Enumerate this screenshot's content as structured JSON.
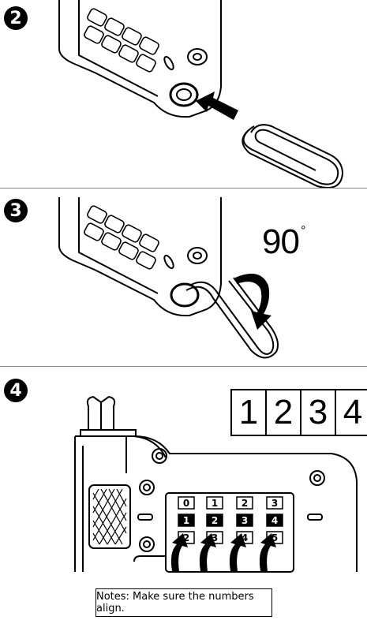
{
  "steps": [
    {
      "number": "2"
    },
    {
      "number": "3",
      "rotation": "90",
      "unit": "°"
    },
    {
      "number": "4",
      "code": [
        "1",
        "2",
        "3",
        "4"
      ],
      "wheels": [
        [
          "0",
          "1",
          "2",
          "3"
        ],
        [
          "1",
          "2",
          "3",
          "4"
        ],
        [
          "2",
          "3",
          "4",
          "5"
        ]
      ]
    }
  ],
  "note": "Notes: Make sure the numbers align.",
  "colors": {
    "ink": "#000000",
    "paper": "#ffffff",
    "divider": "#888888"
  },
  "icons": [
    "combination-lock-illustration",
    "paperclip-illustration",
    "push-arrow-icon",
    "rotate-arrow-icon",
    "up-arrow-icon"
  ]
}
